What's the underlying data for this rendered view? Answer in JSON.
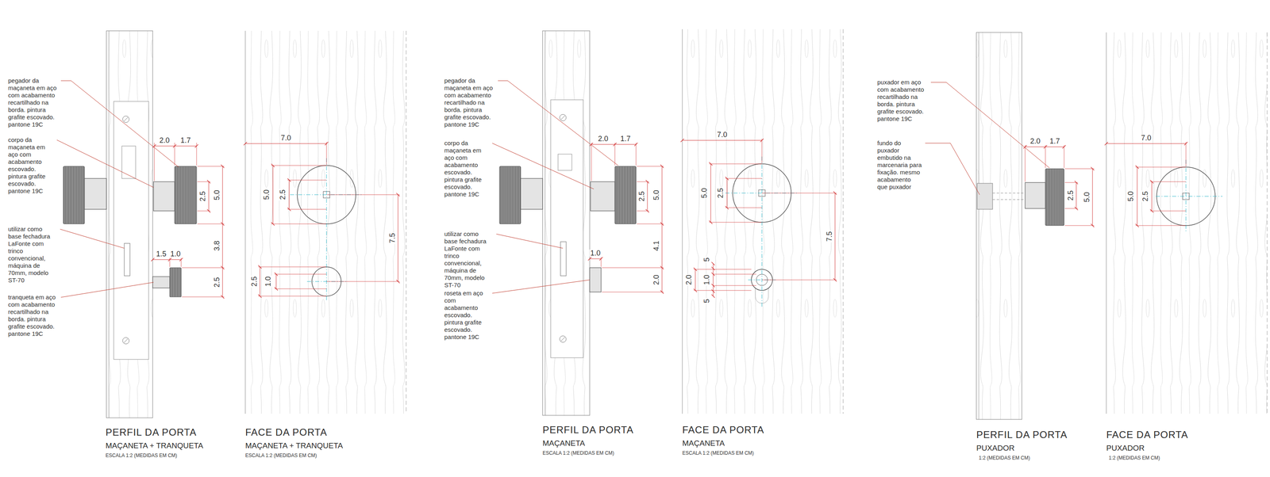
{
  "diagram": {
    "labels": [
      "pegador da maçaneta em aço com acabamento recartilhado na borda. pintura grafite escovado. pantone 19C",
      "corpo da maçaneta em aço com acabamento escovado. pintura grafite escovado. pantone 19C",
      "utilizar como base fechadura LaFonte com trinco convencional, máquina de 70mm, modelo ST-70",
      "tranqueta em aço com acabamento recartilhado na borda. pintura grafite escovado. pantone 19C",
      "2.0",
      "1.7",
      "2.5",
      "5.0",
      "3.8",
      "1.5",
      "1.0",
      "2.5",
      "PERFIL DA PORTA",
      "MAÇANETA + TRANQUETA",
      "ESCALA 1:2 (MEDIDAS EM CM)",
      "7.0",
      "5.0",
      "2.5",
      "7.5",
      "2.5",
      "1.0",
      "FACE DA PORTA",
      "MAÇANETA + TRANQUETA",
      "ESCALA 1:2 (MEDIDAS EM CM)",
      "pegador da maçaneta em aço com acabamento recartilhado na borda. pintura grafite escovado. pantone 19C",
      "corpo da maçaneta em aço com acabamento escovado. pintura grafite escovado. pantone 19C",
      "utilizar como base fechadura LaFonte com trinco convencional, máquina de 70mm, modelo ST-70",
      "roseta em aço com acabamento escovado. pintura grafite escovado. pantone 19C",
      "2.0",
      "1.7",
      "2.5",
      "5.0",
      "4.1",
      "1.0",
      "2.0",
      "PERFIL DA PORTA",
      "MAÇANETA",
      "ESCALA 1:2 (MEDIDAS EM CM)",
      "7.0",
      "5.0",
      "2.5",
      "7.5",
      "2.0",
      "5",
      "1.0",
      "5",
      "FACE DA PORTA",
      "MAÇANETA",
      "ESCALA 1:2 (MEDIDAS EM CM)",
      "puxador em aço com acabamento recartilhado na borda. pintura grafite escovado. pantone 19C",
      "fundo do puxador embutido na marcenaria para fixação. mesmo acabamento que puxador",
      "2.0",
      "1.7",
      "2.5",
      "5.0",
      "PERFIL DA PORTA",
      "PUXADOR",
      "1:2 (MEDIDAS EM CM)",
      "7.0",
      "5.0",
      "2.5",
      "FACE DA PORTA",
      "PUXADOR",
      "1:2 (MEDIDAS EM CM)"
    ]
  }
}
